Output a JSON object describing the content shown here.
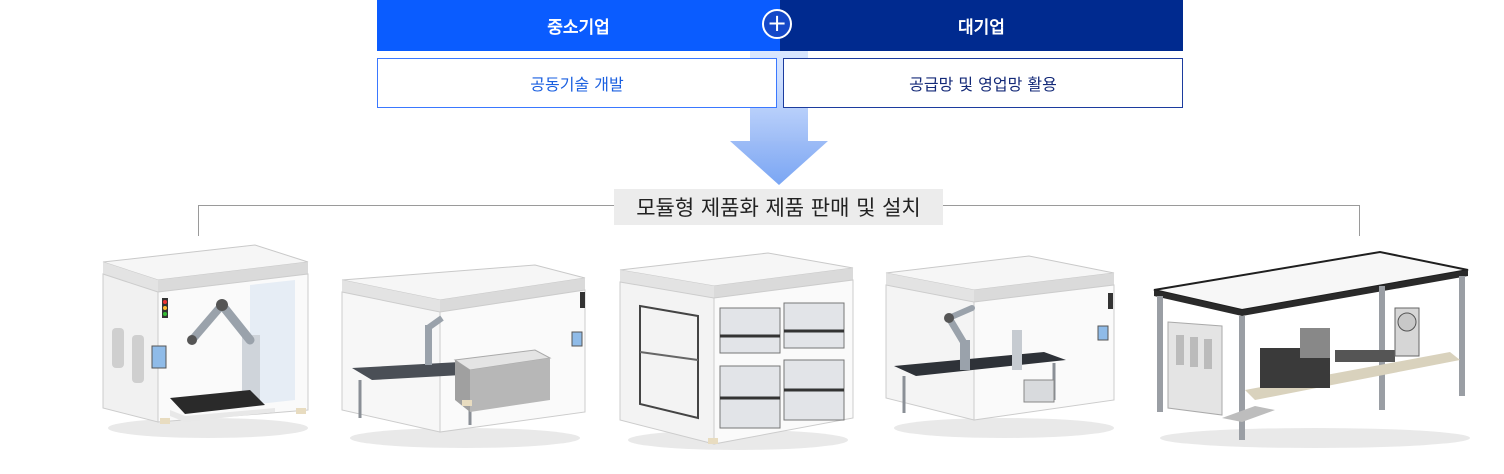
{
  "top_boxes": {
    "sme_label": "중소기업",
    "large_label": "대기업",
    "plus_symbol": "+",
    "sme_sub": "공동기술 개발",
    "large_sub": "공급망 및 영업망 활용"
  },
  "caption": "모듈형 제품화 제품 판매 및 설치",
  "products": [
    {
      "icon": "robot-palletizing-cell"
    },
    {
      "icon": "robot-conveyor-cell"
    },
    {
      "icon": "shelving-storage-cell"
    },
    {
      "icon": "robot-table-cell"
    },
    {
      "icon": "packaging-line-cell"
    }
  ],
  "colors": {
    "sme": "#0a5cff",
    "large": "#002a8f",
    "arrow": "#9dbcf6",
    "caption_bg": "#ececec"
  }
}
